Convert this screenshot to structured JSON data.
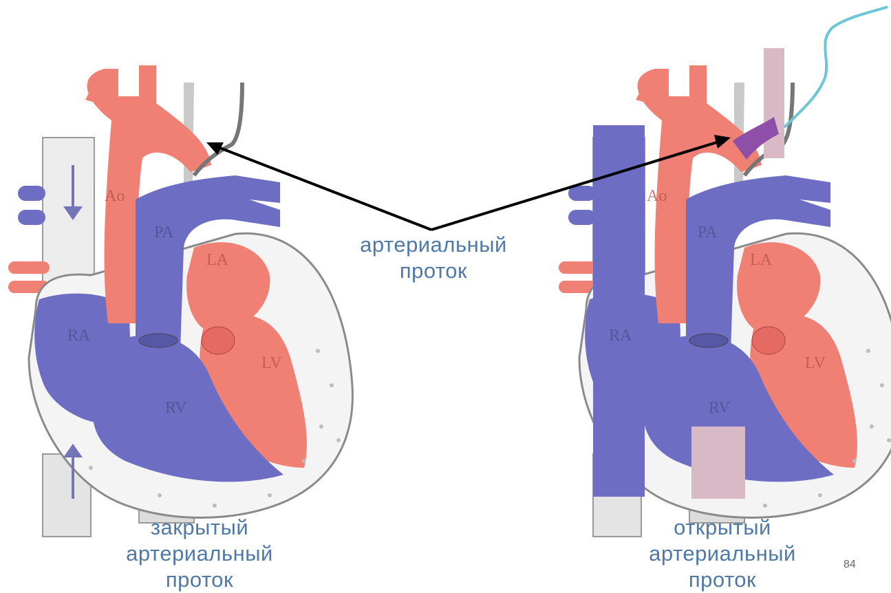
{
  "labels": {
    "center": [
      "артериальный",
      "проток"
    ],
    "left": [
      "закрытый",
      "артериальный",
      "проток"
    ],
    "right": [
      "открытый",
      "артериальный",
      "проток"
    ]
  },
  "chambers": {
    "ao": "Ao",
    "pa": "PA",
    "la": "LA",
    "ra": "RA",
    "lv": "LV",
    "rv": "RV"
  },
  "page_number": "84",
  "colors": {
    "oxygenated": "#f07f74",
    "deoxygenated": "#6d6dc4",
    "label_text": "#4f79a8",
    "arrow": "#000000",
    "catheter": "#6cc6d6"
  }
}
